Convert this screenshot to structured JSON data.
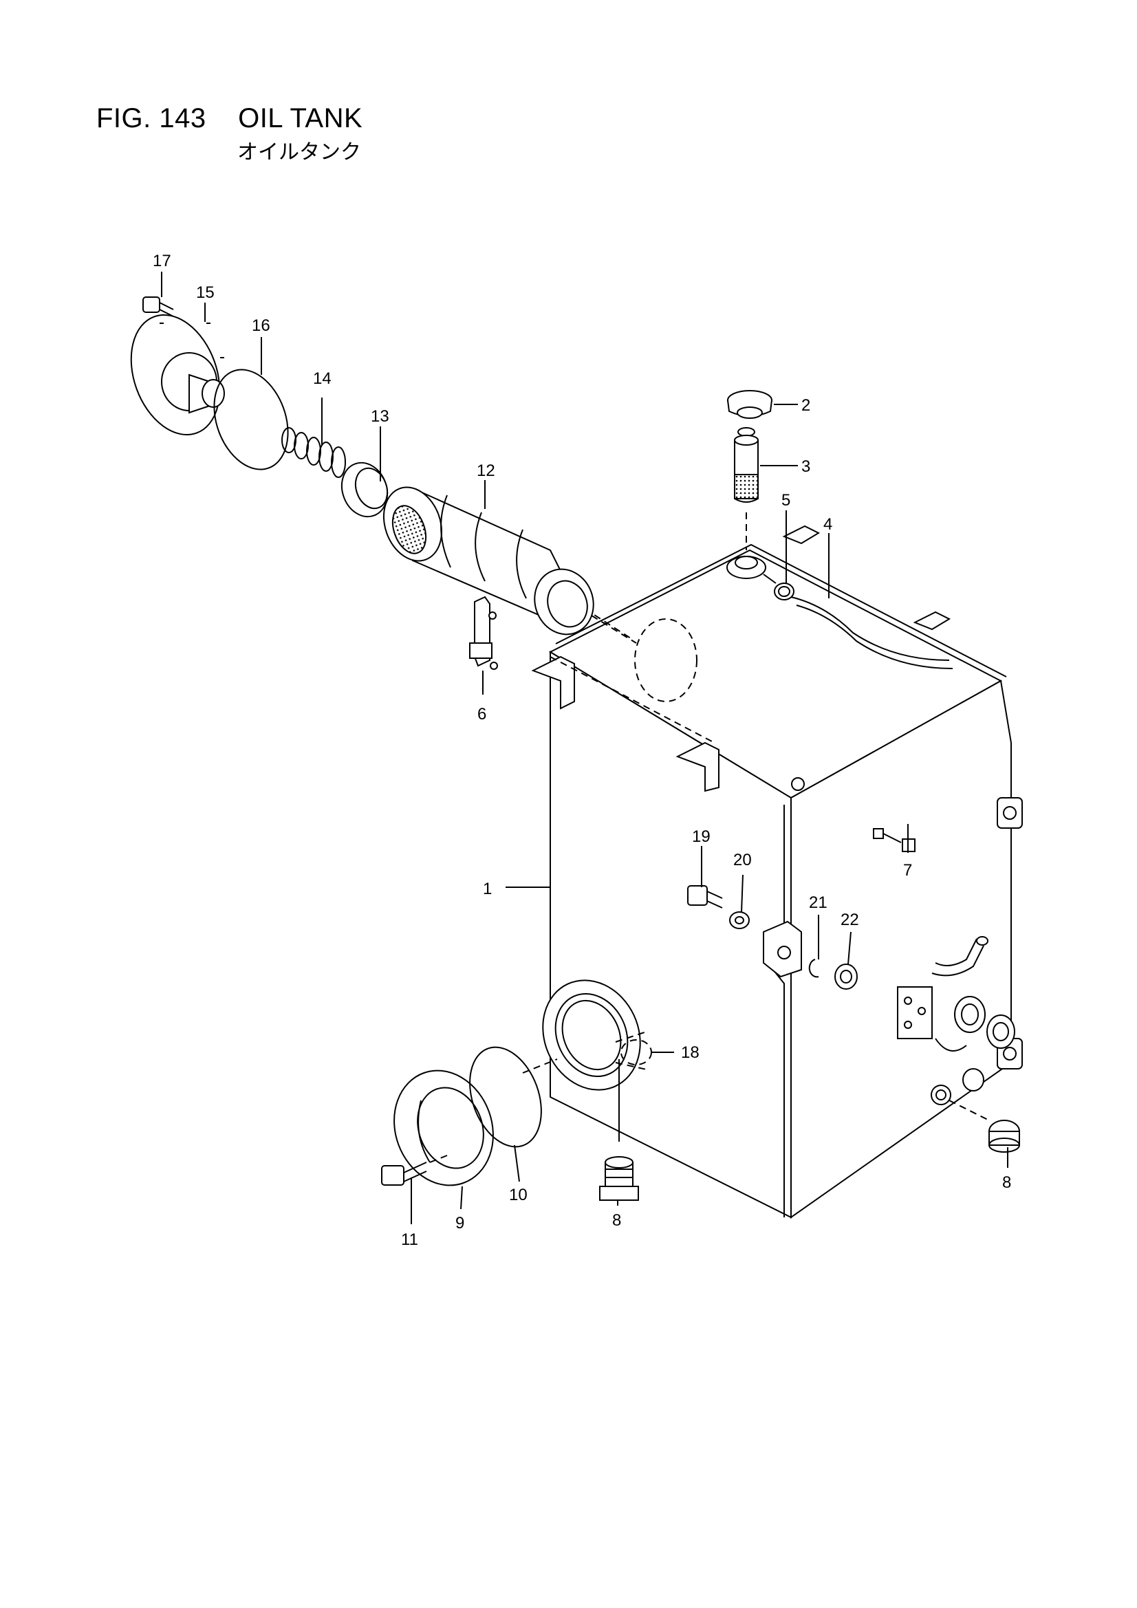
{
  "figure": {
    "title": "FIG. 143    OIL TANK",
    "subtitle": "オイルタンク"
  },
  "part_callouts": [
    "1",
    "2",
    "3",
    "4",
    "5",
    "6",
    "7",
    "8",
    "8",
    "9",
    "10",
    "11",
    "12",
    "13",
    "14",
    "15",
    "16",
    "17",
    "18",
    "19",
    "20",
    "21",
    "22"
  ]
}
